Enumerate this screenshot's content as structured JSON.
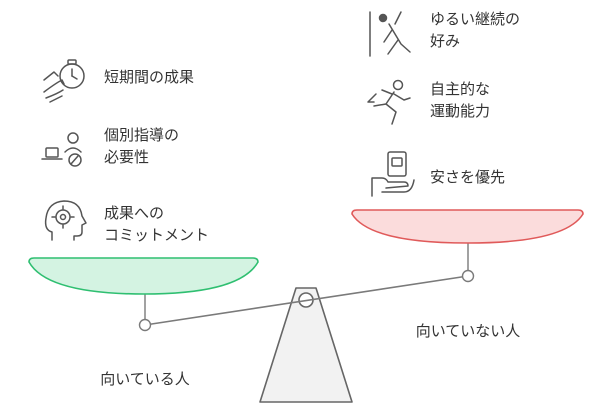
{
  "left_pan": {
    "label": "向いている人",
    "color": "#2fbf71",
    "fill": "#d4f3e2",
    "items": [
      {
        "icon": "stopwatch-hand-icon",
        "lines": [
          "短期間の成果"
        ]
      },
      {
        "icon": "guidance-people-icon",
        "lines": [
          "個別指導の",
          "必要性"
        ]
      },
      {
        "icon": "head-target-icon",
        "lines": [
          "成果への",
          "コミットメント"
        ]
      }
    ]
  },
  "right_pan": {
    "label": "向いていない人",
    "color": "#e05a5a",
    "fill": "#fbdcdc",
    "items": [
      {
        "icon": "stretching-person-icon",
        "lines": [
          "ゆるい継続の",
          "好み"
        ]
      },
      {
        "icon": "running-person-icon",
        "lines": [
          "自主的な",
          "運動能力"
        ]
      },
      {
        "icon": "hand-wallet-icon",
        "lines": [
          "安さを優先"
        ]
      }
    ]
  }
}
